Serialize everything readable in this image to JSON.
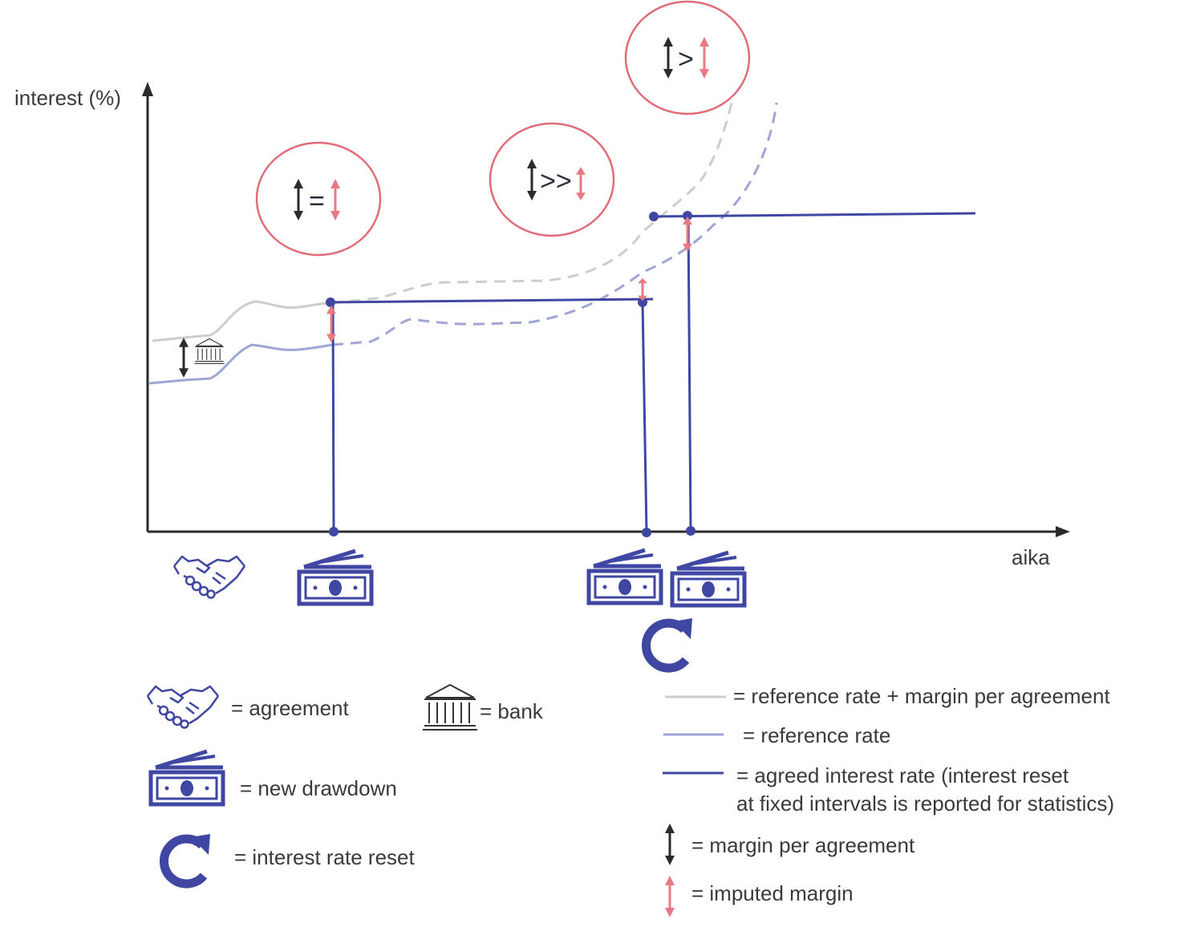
{
  "axes": {
    "y_label": "interest (%)",
    "x_label": "aika"
  },
  "comparisons": {
    "first": "=",
    "second": ">>",
    "third": ">"
  },
  "legend": {
    "agreement": "= agreement",
    "bank": "= bank",
    "new_drawdown": "= new drawdown",
    "interest_reset": "= interest rate reset",
    "ref_plus_margin": "= reference rate + margin per agreement",
    "reference_rate": "= reference rate",
    "agreed_rate_line1": "= agreed interest rate (interest reset",
    "agreed_rate_line2": "at fixed intervals is reported for statistics)",
    "margin_per_agreement": "= margin per agreement",
    "imputed_margin": "= imputed margin"
  },
  "colors": {
    "agreed_rate": "#3f47a3",
    "reference_rate": "#9fa6d6",
    "ref_plus_margin": "#cfcccc",
    "imputed_margin": "#e97a84",
    "margin_per_agreement": "#2b2b2b",
    "circle": "#e06c78",
    "icon_blue": "#3f47a3"
  },
  "icons": [
    "handshake-icon",
    "banknotes-icon",
    "refresh-icon",
    "bank-icon",
    "double-arrow-icon"
  ]
}
